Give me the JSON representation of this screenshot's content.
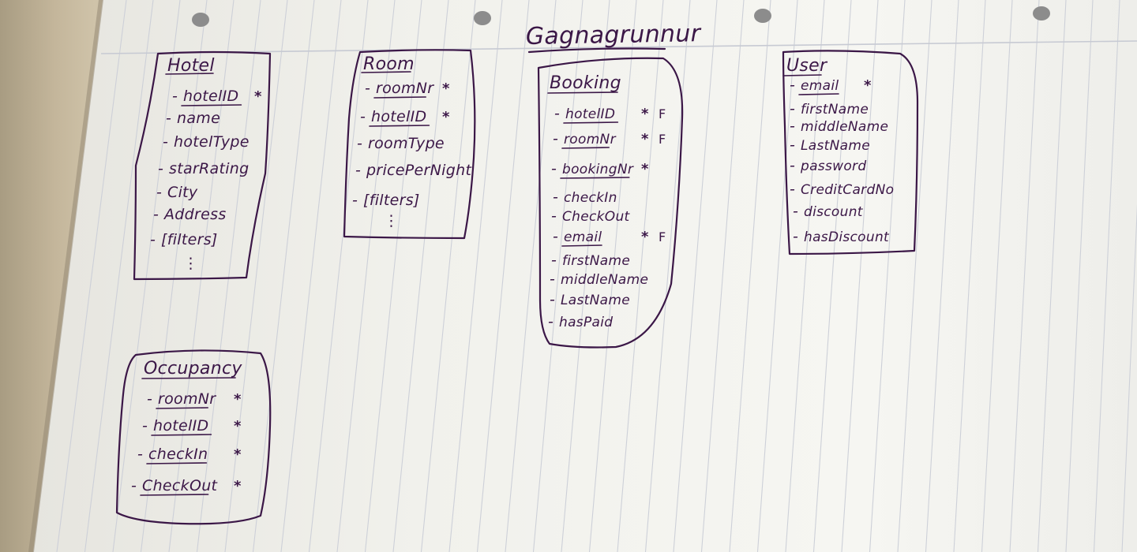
{
  "page_title": "Gagnagrunnur",
  "tables": [
    {
      "title": "Hotel",
      "fields": [
        {
          "dash": "-",
          "name": "hotelID",
          "key_mark": "*",
          "foreign_mark": ""
        },
        {
          "dash": "-",
          "name": "name",
          "key_mark": "",
          "foreign_mark": ""
        },
        {
          "dash": "-",
          "name": "hotelType",
          "key_mark": "",
          "foreign_mark": ""
        },
        {
          "dash": "-",
          "name": "starRating",
          "key_mark": "",
          "foreign_mark": ""
        },
        {
          "dash": "-",
          "name": "City",
          "key_mark": "",
          "foreign_mark": ""
        },
        {
          "dash": "-",
          "name": "Address",
          "key_mark": "",
          "foreign_mark": ""
        },
        {
          "dash": "-",
          "name": "[filters]",
          "key_mark": "",
          "foreign_mark": ""
        }
      ],
      "continuation": "⋮"
    },
    {
      "title": "Room",
      "fields": [
        {
          "dash": "-",
          "name": "roomNr",
          "key_mark": "*",
          "foreign_mark": ""
        },
        {
          "dash": "-",
          "name": "hotelID",
          "key_mark": "*",
          "foreign_mark": ""
        },
        {
          "dash": "-",
          "name": "roomType",
          "key_mark": "",
          "foreign_mark": ""
        },
        {
          "dash": "-",
          "name": "pricePerNight",
          "key_mark": "",
          "foreign_mark": ""
        },
        {
          "dash": "-",
          "name": "[filters]",
          "key_mark": "",
          "foreign_mark": ""
        }
      ],
      "continuation": "⋮"
    },
    {
      "title": "Booking",
      "fields": [
        {
          "dash": "-",
          "name": "hotelID",
          "key_mark": "*",
          "foreign_mark": "F"
        },
        {
          "dash": "-",
          "name": "roomNr",
          "key_mark": "*",
          "foreign_mark": "F"
        },
        {
          "dash": "-",
          "name": "bookingNr",
          "key_mark": "*",
          "foreign_mark": ""
        },
        {
          "dash": "-",
          "name": "checkIn",
          "key_mark": "",
          "foreign_mark": ""
        },
        {
          "dash": "-",
          "name": "CheckOut",
          "key_mark": "",
          "foreign_mark": ""
        },
        {
          "dash": "-",
          "name": "email",
          "key_mark": "*",
          "foreign_mark": "F"
        },
        {
          "dash": "-",
          "name": "firstName",
          "key_mark": "",
          "foreign_mark": ""
        },
        {
          "dash": "-",
          "name": "middleName",
          "key_mark": "",
          "foreign_mark": ""
        },
        {
          "dash": "-",
          "name": "LastName",
          "key_mark": "",
          "foreign_mark": ""
        },
        {
          "dash": "-",
          "name": "hasPaid",
          "key_mark": "",
          "foreign_mark": ""
        }
      ],
      "continuation": ""
    },
    {
      "title": "User",
      "fields": [
        {
          "dash": "-",
          "name": "email",
          "key_mark": "*",
          "foreign_mark": ""
        },
        {
          "dash": "-",
          "name": "firstName",
          "key_mark": "",
          "foreign_mark": ""
        },
        {
          "dash": "-",
          "name": "middleName",
          "key_mark": "",
          "foreign_mark": ""
        },
        {
          "dash": "-",
          "name": "LastName",
          "key_mark": "",
          "foreign_mark": ""
        },
        {
          "dash": "-",
          "name": "password",
          "key_mark": "",
          "foreign_mark": ""
        },
        {
          "dash": "-",
          "name": "CreditCardNo",
          "key_mark": "",
          "foreign_mark": ""
        },
        {
          "dash": "-",
          "name": "discount",
          "key_mark": "",
          "foreign_mark": ""
        },
        {
          "dash": "-",
          "name": "hasDiscount",
          "key_mark": "",
          "foreign_mark": ""
        }
      ],
      "continuation": ""
    },
    {
      "title": "Occupancy",
      "fields": [
        {
          "dash": "-",
          "name": "roomNr",
          "key_mark": "*",
          "foreign_mark": ""
        },
        {
          "dash": "-",
          "name": "hotelID",
          "key_mark": "*",
          "foreign_mark": ""
        },
        {
          "dash": "-",
          "name": "checkIn",
          "key_mark": "*",
          "foreign_mark": ""
        },
        {
          "dash": "-",
          "name": "CheckOut",
          "key_mark": "*",
          "foreign_mark": ""
        }
      ],
      "continuation": ""
    }
  ],
  "colors": {
    "ink": "#3b1747",
    "paper": "#f3f3ef",
    "rule_line": "#c9ccd6",
    "desk": "#c4b69b"
  }
}
